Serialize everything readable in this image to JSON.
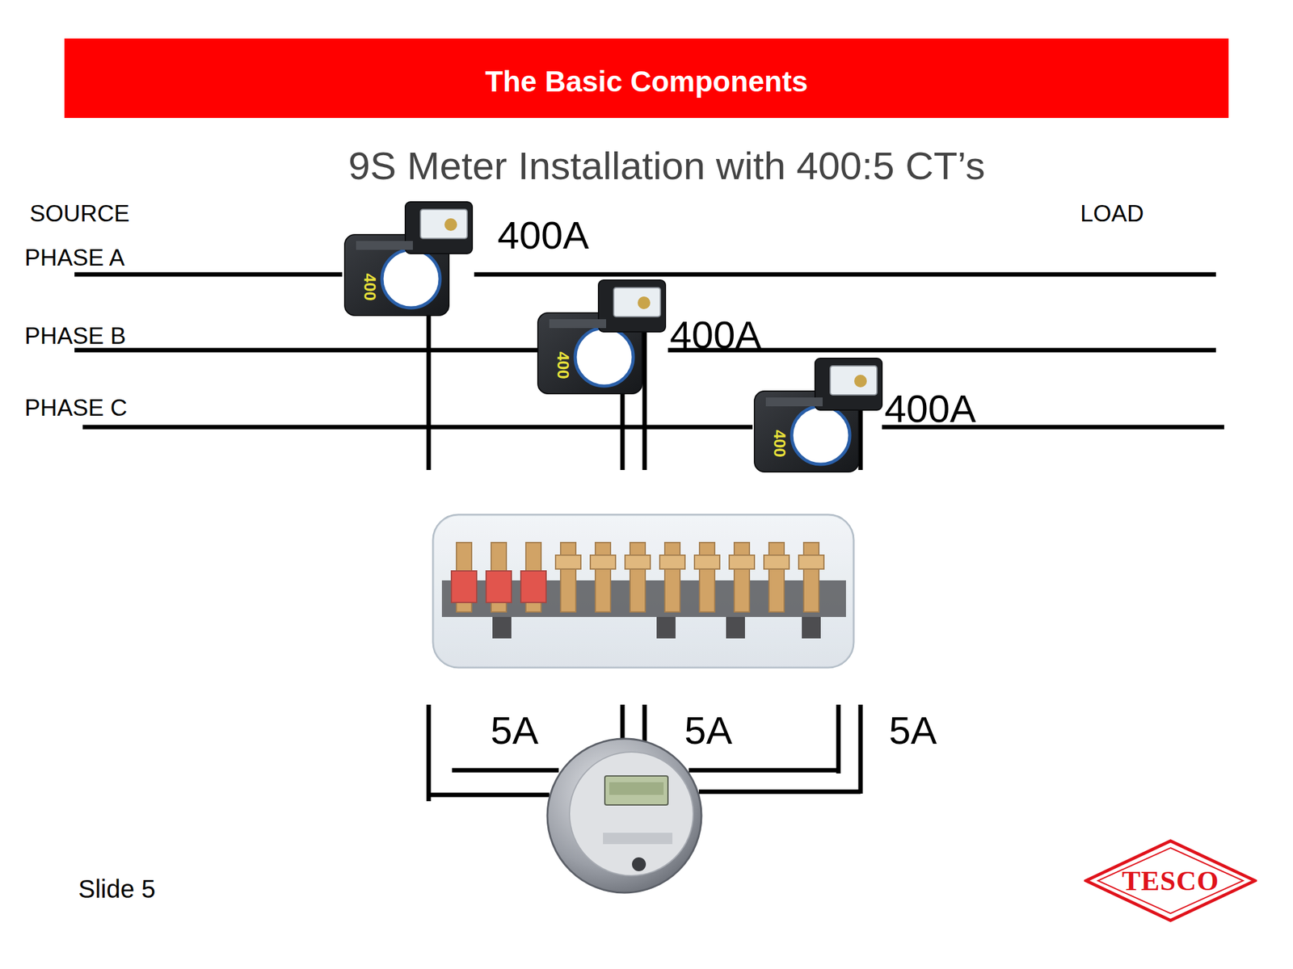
{
  "diagram": {
    "title": "The Basic Components",
    "nodes": [
      {
        "text": [
          "TESCO"
        ]
      }
    ],
    "labels": [
      "9S Meter Installation with 400:5 CT’s",
      "SOURCE",
      "LOAD",
      "PHASE A",
      "PHASE B",
      "PHASE C",
      "400A",
      "400A",
      "400A",
      "400",
      "400",
      "400",
      "5A",
      "5A",
      "5A",
      "Slide 5"
    ]
  }
}
